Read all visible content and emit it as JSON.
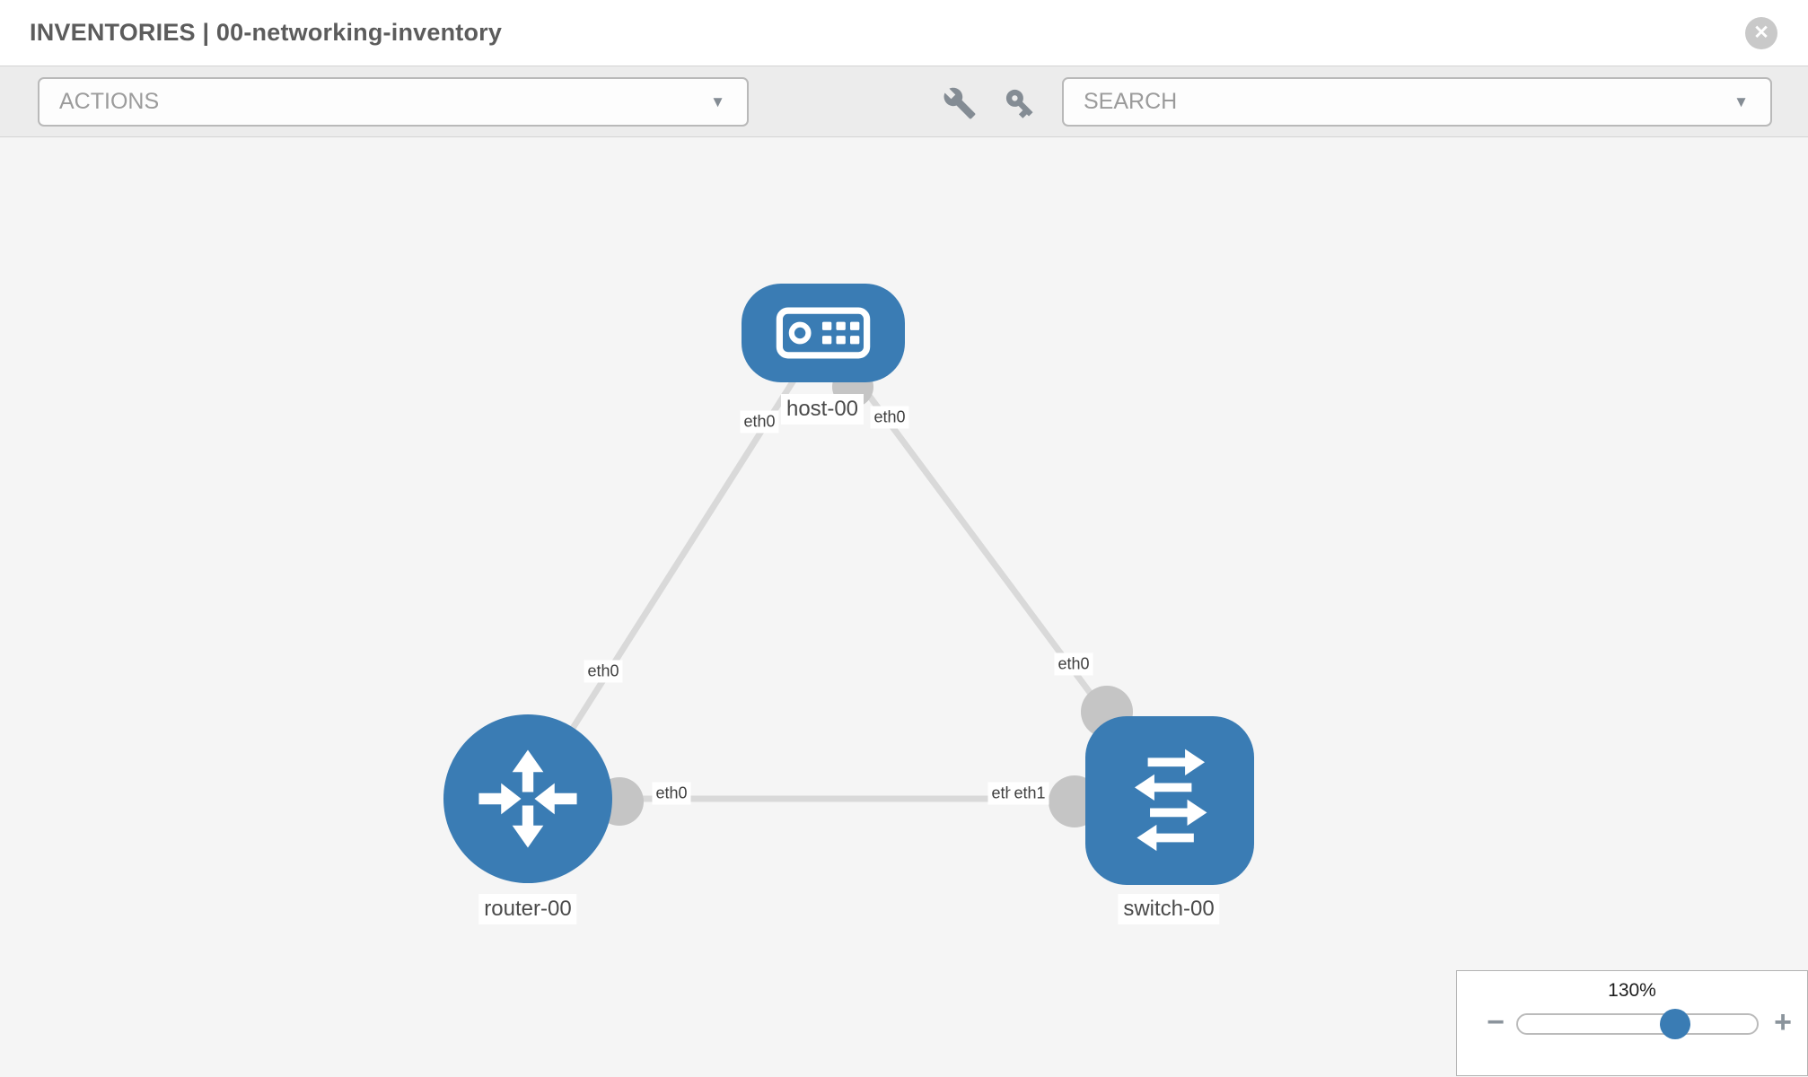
{
  "header": {
    "section": "INVENTORIES",
    "separator": "|",
    "inventory_name": "00-networking-inventory",
    "close_glyph": "✕"
  },
  "toolbar": {
    "actions_label": "ACTIONS",
    "search_label": "SEARCH",
    "caret_glyph": "▼",
    "icons": [
      "wrench-icon",
      "key-icon"
    ]
  },
  "topology": {
    "nodes": [
      {
        "id": "host-00",
        "type": "host",
        "label": "host-00"
      },
      {
        "id": "router-00",
        "type": "router",
        "label": "router-00"
      },
      {
        "id": "switch-00",
        "type": "switch",
        "label": "switch-00"
      }
    ],
    "links": [
      {
        "from": "host-00",
        "to": "router-00",
        "from_interface": "eth0",
        "to_interface": "eth0"
      },
      {
        "from": "host-00",
        "to": "switch-00",
        "from_interface": "eth0",
        "to_interface": "eth0"
      },
      {
        "from": "router-00",
        "to": "switch-00",
        "from_interface": "eth0",
        "to_interface": "eth1"
      }
    ],
    "switch_overlapping_labels": {
      "behind": "eth0",
      "front": "eth1"
    }
  },
  "zoom_control": {
    "value": "130%",
    "minus_glyph": "−",
    "plus_glyph": "+"
  },
  "colors": {
    "node_blue": "#3a7cb4",
    "link_gray": "#d9d9d9",
    "interface_dot_gray": "#c5c5c5",
    "canvas_bg": "#f5f5f5",
    "toolbar_bg": "#ececec",
    "title_gray": "#5c5c5c"
  }
}
